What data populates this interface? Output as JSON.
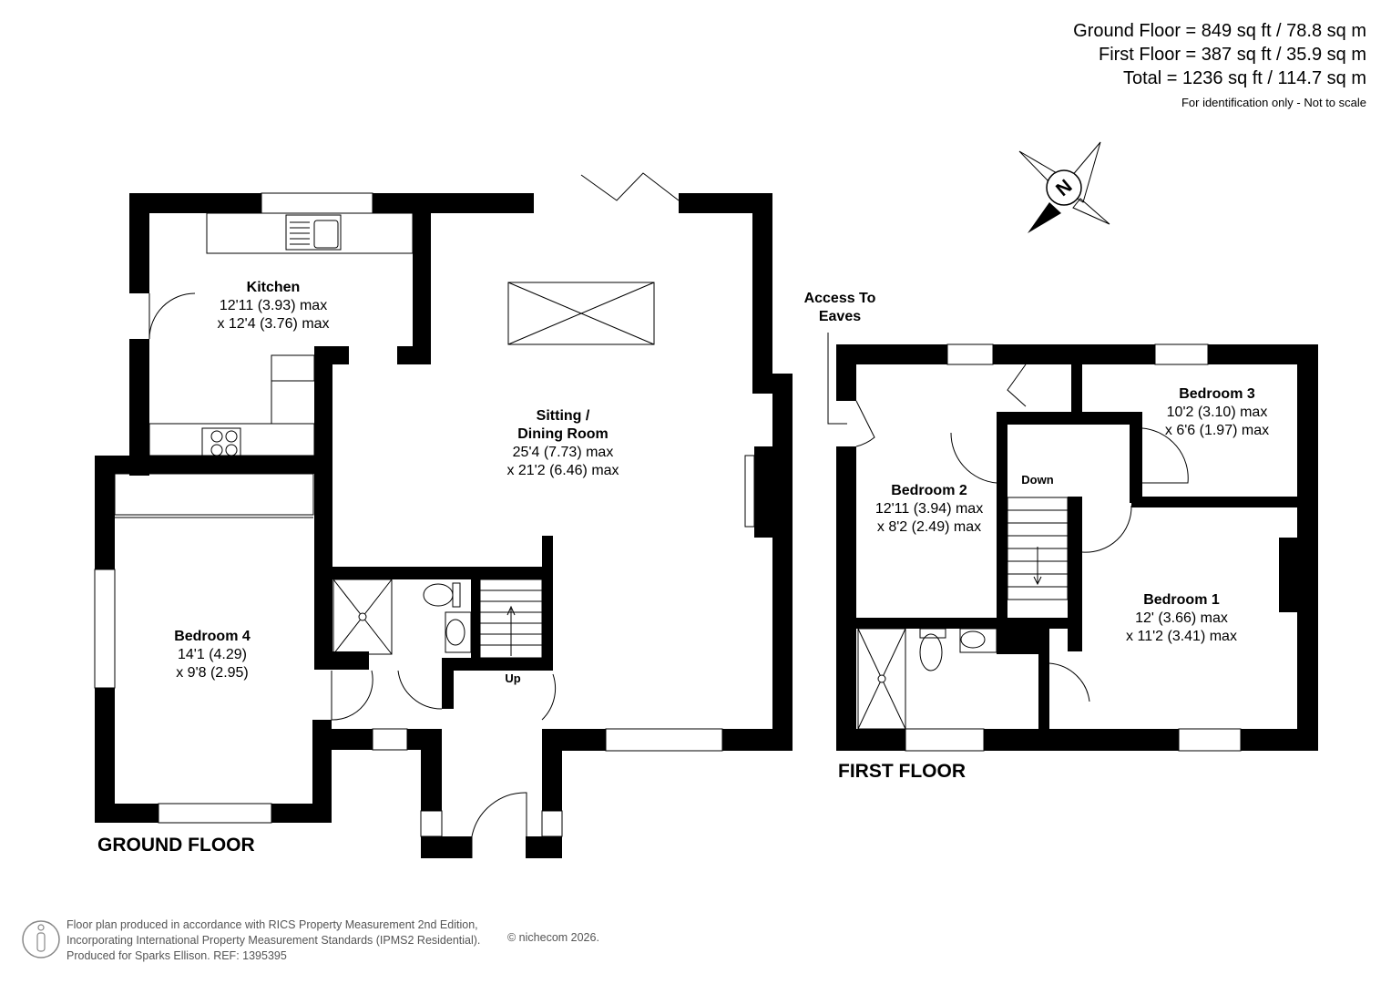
{
  "areas": {
    "ground": "Ground Floor = 849 sq ft / 78.8 sq m",
    "first": "First Floor = 387 sq ft / 35.9 sq m",
    "total": "Total = 1236 sq ft / 114.7 sq m",
    "note": "For identification only - Not to scale"
  },
  "compass": {
    "label": "N"
  },
  "ground_floor": {
    "label": "GROUND FLOOR",
    "kitchen": {
      "name": "Kitchen",
      "dim1": "12'11 (3.93) max",
      "dim2": "x 12'4 (3.76) max"
    },
    "sitting": {
      "name1": "Sitting /",
      "name2": "Dining Room",
      "dim1": "25'4 (7.73) max",
      "dim2": "x 21'2 (6.46) max"
    },
    "bedroom4": {
      "name": "Bedroom 4",
      "dim1": "14'1 (4.29)",
      "dim2": "x 9'8 (2.95)"
    },
    "stairs": "Up"
  },
  "first_floor": {
    "label": "FIRST FLOOR",
    "eaves": {
      "line1": "Access To",
      "line2": "Eaves"
    },
    "bedroom1": {
      "name": "Bedroom 1",
      "dim1": "12' (3.66) max",
      "dim2": "x 11'2 (3.41) max"
    },
    "bedroom2": {
      "name": "Bedroom 2",
      "dim1": "12'11 (3.94) max",
      "dim2": "x 8'2 (2.49) max"
    },
    "bedroom3": {
      "name": "Bedroom 3",
      "dim1": "10'2 (3.10) max",
      "dim2": "x 6'6 (1.97) max"
    },
    "stairs": "Down"
  },
  "footer": {
    "line1": "Floor plan produced in accordance with RICS Property Measurement 2nd Edition,",
    "line2": "Incorporating International Property Measurement Standards (IPMS2 Residential).",
    "line3": "Produced for Sparks Ellison.   REF: 1395395",
    "copyright": "© nichecom 2026."
  }
}
